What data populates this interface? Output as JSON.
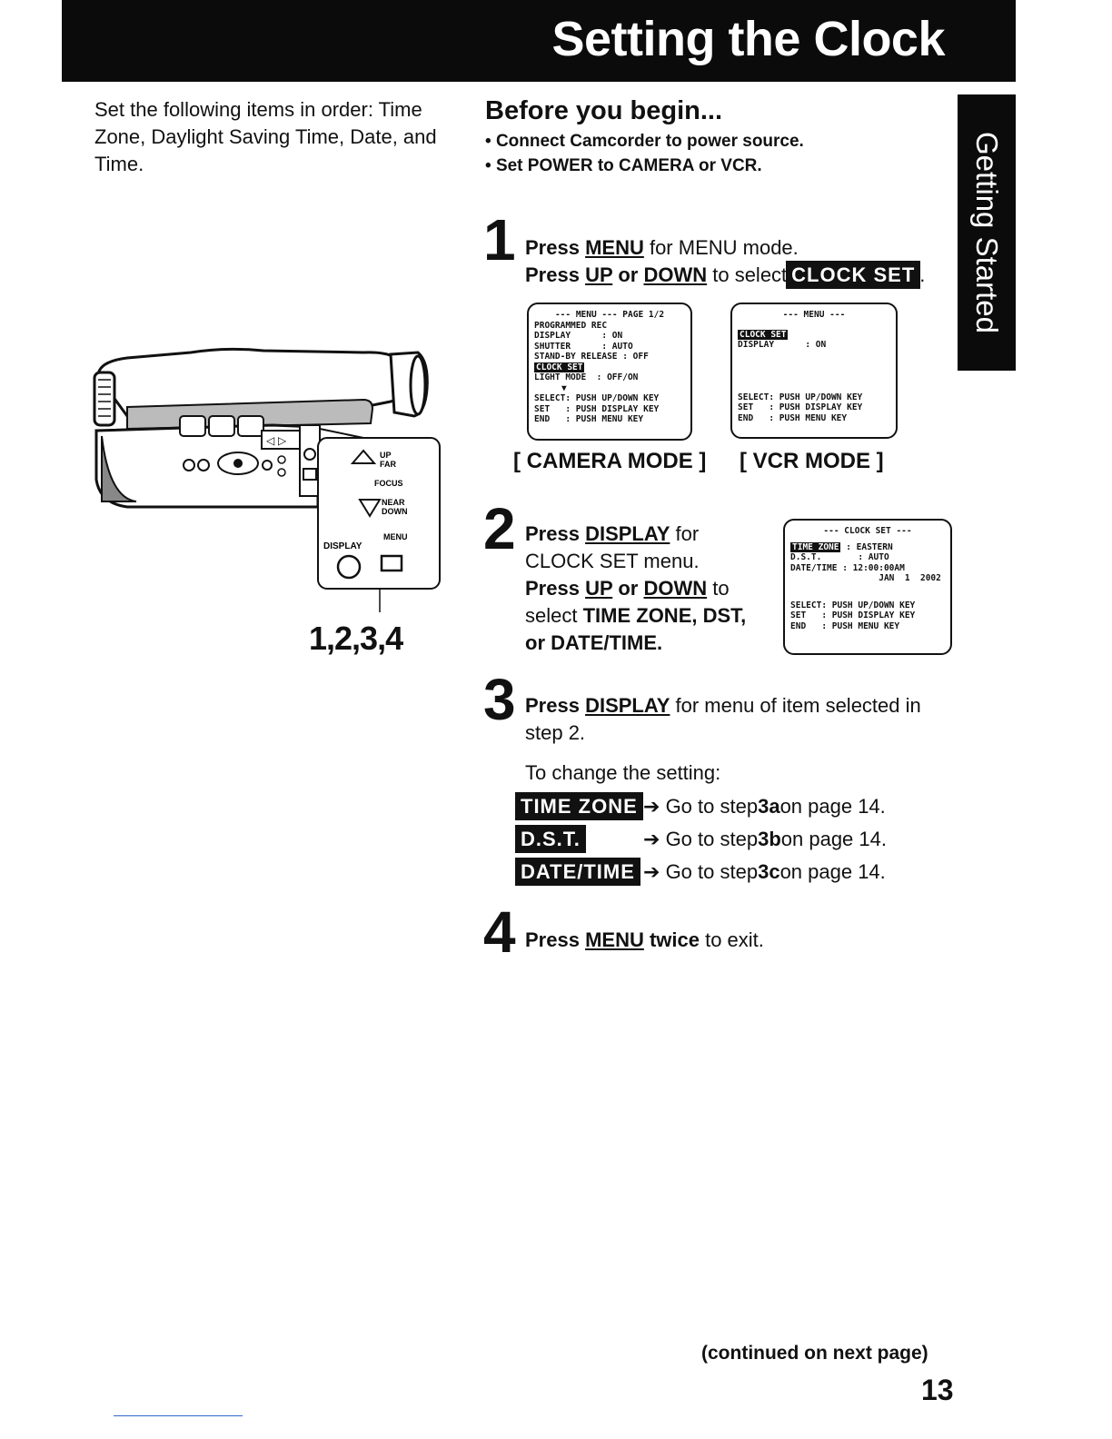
{
  "header": {
    "title": "Setting the Clock"
  },
  "side_tab": {
    "label": "Getting Started"
  },
  "intro": {
    "text": "Set the following items in order: Time Zone, Daylight Saving Time, Date, and Time."
  },
  "before": {
    "heading": "Before you begin...",
    "bullets": [
      "Connect Camcorder to power source.",
      "Set POWER to CAMERA or VCR."
    ]
  },
  "figure": {
    "step_ref": "1,2,3,4",
    "labels": {
      "up": "UP",
      "far": "FAR",
      "focus": "FOCUS",
      "near": "NEAR",
      "down": "DOWN",
      "display": "DISPLAY",
      "menu": "MENU"
    }
  },
  "step1": {
    "number": "1",
    "line1_a": "Press ",
    "line1_key": "MENU",
    "line1_b": " for MENU mode.",
    "line2_a": "Press ",
    "line2_key1": "UP",
    "line2_or": " or ",
    "line2_key2": "DOWN",
    "line2_b": " to select",
    "line2_tag": "CLOCK SET",
    "line2_end": "."
  },
  "camera_screen": {
    "header": "--- MENU ---   PAGE 1/2",
    "rows": [
      "PROGRAMMED REC",
      "DISPLAY      : ON",
      "SHUTTER      : AUTO",
      "STAND-BY RELEASE : OFF"
    ],
    "selected": "CLOCK SET",
    "rows_after": [
      "LIGHT MODE  : OFF/ON"
    ],
    "arrow": "▼",
    "footer": [
      "SELECT: PUSH UP/DOWN KEY",
      "SET   : PUSH DISPLAY KEY",
      "END   : PUSH MENU KEY"
    ],
    "label": "[ CAMERA  MODE ]"
  },
  "vcr_screen": {
    "header": "--- MENU ---",
    "selected": "CLOCK SET",
    "rows_after": [
      "DISPLAY      : ON"
    ],
    "footer": [
      "SELECT: PUSH UP/DOWN KEY",
      "SET   : PUSH DISPLAY KEY",
      "END   : PUSH MENU KEY"
    ],
    "label": "[ VCR  MODE ]"
  },
  "step2": {
    "number": "2",
    "l1_a": "Press ",
    "l1_key": "DISPLAY",
    "l1_b": " for",
    "l2": "CLOCK SET menu.",
    "l3_a": "Press ",
    "l3_key1": "UP",
    "l3_or": " or ",
    "l3_key2": "DOWN",
    "l3_b": " to",
    "l4_a": "select ",
    "l4_b": "TIME ZONE, DST,",
    "l5": "or DATE/TIME."
  },
  "clock_screen": {
    "header": "--- CLOCK SET ---",
    "selected": "TIME ZONE",
    "sel_value": " : EASTERN",
    "rows": [
      "D.S.T.       : AUTO",
      "DATE/TIME : 12:00:00AM",
      "                 JAN  1  2002"
    ],
    "footer": [
      "SELECT: PUSH UP/DOWN KEY",
      "SET   : PUSH DISPLAY KEY",
      "END   : PUSH MENU KEY"
    ]
  },
  "step3": {
    "number": "3",
    "l1_a": "Press ",
    "l1_key": "DISPLAY",
    "l1_b": " for menu of item selected in",
    "l2": "step 2.",
    "change": "To change the setting:",
    "items": [
      {
        "tag": "TIME ZONE",
        "arrow": "➔",
        "text": "Go to step ",
        "bold": "3a",
        "tail": " on page 14."
      },
      {
        "tag": "D.S.T.",
        "arrow": "➔",
        "text": "Go to step ",
        "bold": "3b",
        "tail": " on page 14."
      },
      {
        "tag": "DATE/TIME",
        "arrow": "➔",
        "text": "Go to step ",
        "bold": "3c",
        "tail": " on page 14."
      }
    ]
  },
  "step4": {
    "number": "4",
    "a": "Press ",
    "key": "MENU",
    "b": " twice",
    "c": " to exit."
  },
  "footer": {
    "continued": "(continued on next page)",
    "page": "13"
  }
}
